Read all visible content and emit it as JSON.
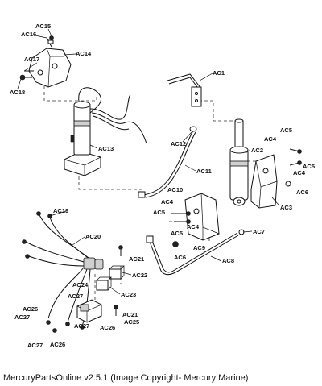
{
  "labels": {
    "ac1": "AC1",
    "ac2": "AC2",
    "ac3": "AC3",
    "ac4_a": "AC4",
    "ac4_b": "AC4",
    "ac4_c": "AC4",
    "ac4_d": "AC4",
    "ac5_a": "AC5",
    "ac5_b": "AC5",
    "ac5_c": "AC5",
    "ac5_d": "AC5",
    "ac6_a": "AC6",
    "ac6_b": "AC6",
    "ac7": "AC7",
    "ac8": "AC8",
    "ac9": "AC9",
    "ac10": "AC10",
    "ac11": "AC11",
    "ac12": "AC12",
    "ac13": "AC13",
    "ac14": "AC14",
    "ac15": "AC15",
    "ac16": "AC16",
    "ac17": "AC17",
    "ac18": "AC18",
    "ac19": "AC19",
    "ac20": "AC20",
    "ac21_a": "AC21",
    "ac21_b": "AC21",
    "ac22": "AC22",
    "ac23": "AC23",
    "ac24": "AC24",
    "ac25": "AC25",
    "ac26_a": "AC26",
    "ac26_b": "AC26",
    "ac26_c": "AC26",
    "ac27_a": "AC27",
    "ac27_b": "AC27",
    "ac27_c": "AC27",
    "ac27_d": "AC27"
  },
  "footer": "MercuryPartsOnline v2.5.1 (Image Copyright- Mercury Marine)"
}
